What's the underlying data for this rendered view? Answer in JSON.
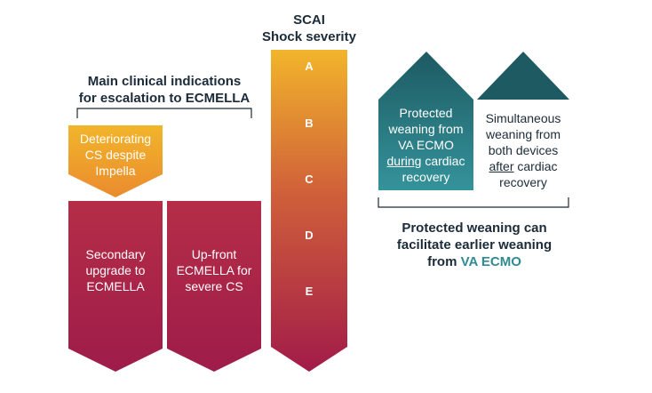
{
  "scai": {
    "title_line1": "SCAI",
    "title_line2": "Shock severity",
    "levels": [
      "A",
      "B",
      "C",
      "D",
      "E"
    ]
  },
  "left_section": {
    "heading_line1": "Main clinical indications",
    "heading_line2": "for escalation to ECMELLA",
    "deteriorating": [
      "Deteriorating",
      "CS despite",
      "Impella"
    ],
    "secondary": [
      "Secondary",
      "upgrade to",
      "ECMELLA"
    ],
    "upfront": [
      "Up-front",
      "ECMELLA for",
      "severe CS"
    ]
  },
  "right_section": {
    "protected": {
      "line1": "Protected",
      "line2": "weaning from",
      "line3": "VA ECMO",
      "line4_underlined": "during",
      "line4_rest": " cardiac",
      "line5": "recovery"
    },
    "simultaneous": {
      "line1": "Simultaneous",
      "line2": "weaning from",
      "line3": "both devices",
      "line4_underlined": "after",
      "line4_rest": " cardiac",
      "line5": "recovery"
    },
    "footer_line1": "Protected weaning can",
    "footer_line2": "facilitate earlier weaning",
    "footer_line3_prefix": "from ",
    "footer_line3_highlight": "VA ECMO"
  },
  "colors": {
    "gold": "#f2b52b",
    "crimson": "#a8214a",
    "teal_dark": "#1d5a62",
    "teal_light": "#2f8a93",
    "navy": "#1c2b39"
  }
}
